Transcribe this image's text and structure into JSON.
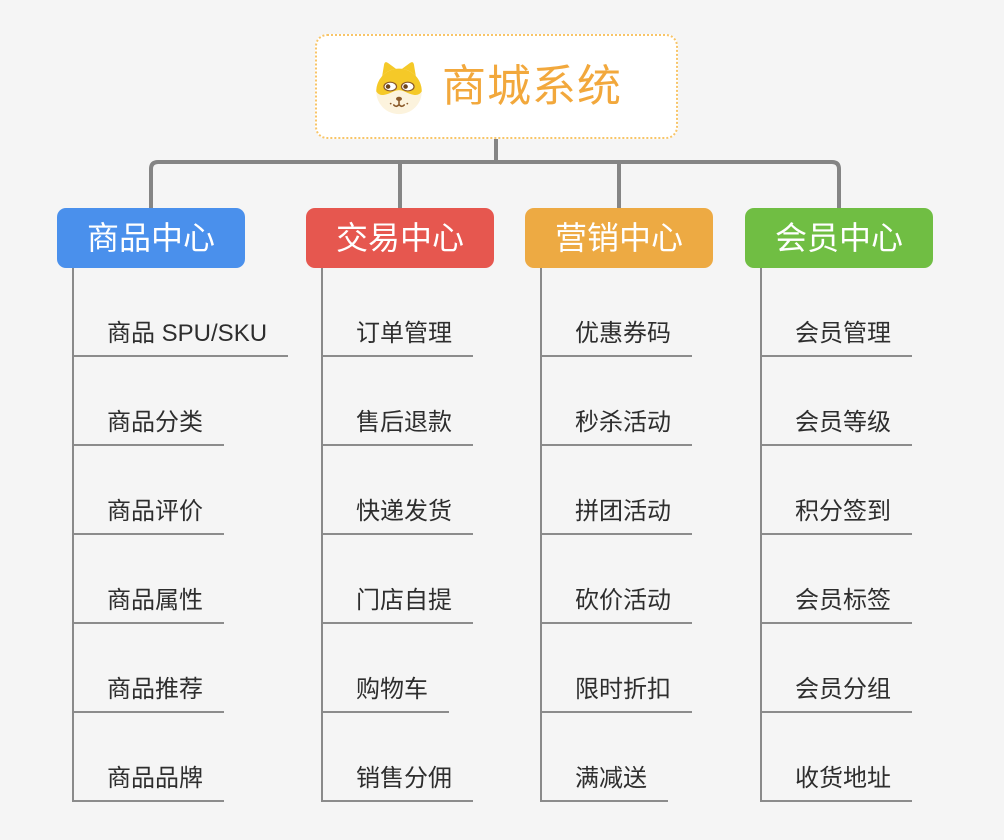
{
  "page": {
    "background": "#f5f5f5",
    "connector_color": "#858585"
  },
  "root": {
    "title": "商城系统",
    "icon": "shiba-dog-icon",
    "text_color": "#f2a83c",
    "border_color": "#f8c568",
    "background": "#ffffff"
  },
  "branches": [
    {
      "label": "商品中心",
      "color": "#4a90ec",
      "children": [
        "商品 SPU/SKU",
        "商品分类",
        "商品评价",
        "商品属性",
        "商品推荐",
        "商品品牌"
      ]
    },
    {
      "label": "交易中心",
      "color": "#e6574f",
      "children": [
        "订单管理",
        "售后退款",
        "快递发货",
        "门店自提",
        "购物车",
        "销售分佣"
      ]
    },
    {
      "label": "营销中心",
      "color": "#edaa43",
      "children": [
        "优惠券码",
        "秒杀活动",
        "拼团活动",
        "砍价活动",
        "限时折扣",
        "满减送"
      ]
    },
    {
      "label": "会员中心",
      "color": "#70be43",
      "children": [
        "会员管理",
        "会员等级",
        "积分签到",
        "会员标签",
        "会员分组",
        "收货地址"
      ]
    }
  ]
}
